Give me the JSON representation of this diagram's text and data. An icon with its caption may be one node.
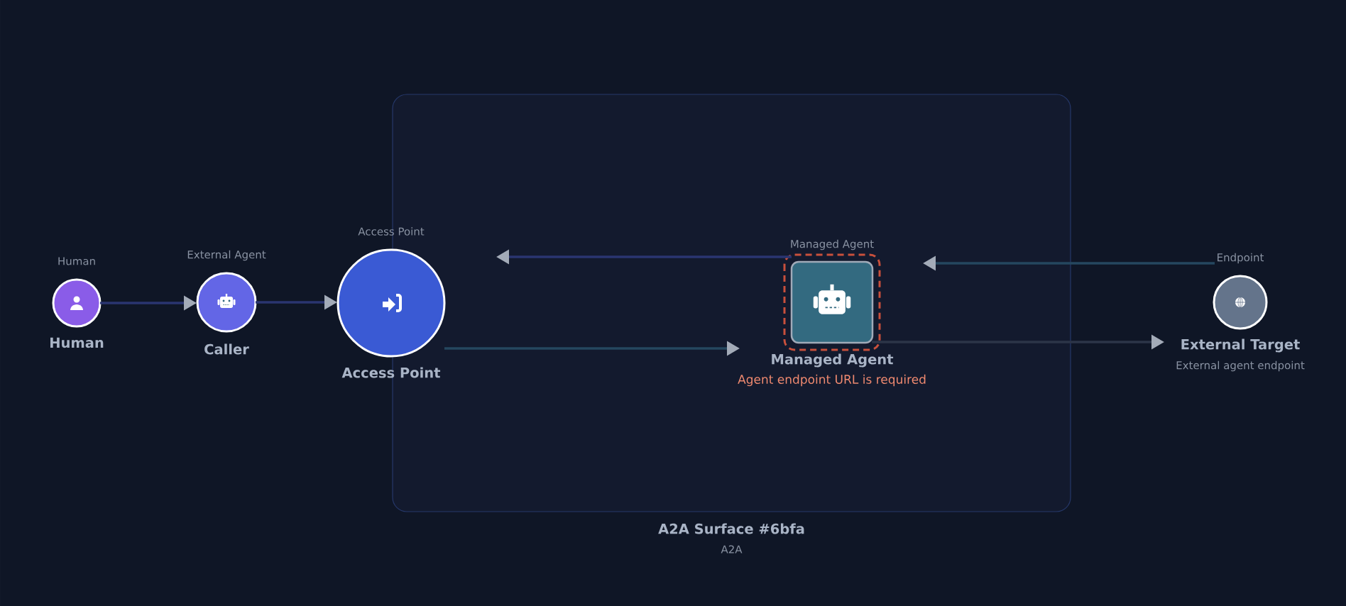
{
  "diagram": {
    "nodes": [
      {
        "text": [
          "A2A Surface #6bfa",
          "A2A"
        ]
      },
      {
        "text": [
          "Human",
          "Human"
        ]
      },
      {
        "text": [
          "External Agent",
          "Caller"
        ]
      },
      {
        "text": [
          "Access Point",
          "Access Point"
        ]
      },
      {
        "text": [
          "Managed Agent",
          "Managed Agent",
          "Agent endpoint URL is required"
        ],
        "in": 0
      },
      {
        "text": [
          "Endpoint",
          "External Target",
          "External agent endpoint"
        ]
      }
    ],
    "edges": [
      {
        "from": 1,
        "to": 2,
        "arrow": "to"
      },
      {
        "from": 2,
        "to": 3,
        "arrow": "to"
      },
      {
        "from": 3,
        "to": 4,
        "arrow": "to",
        "color": "#25475f"
      },
      {
        "from": 4,
        "to": 3,
        "arrow": "to"
      },
      {
        "from": 4,
        "to": 5,
        "arrow": "to",
        "color": "#2c3548"
      },
      {
        "from": 5,
        "to": 4,
        "arrow": "to",
        "color": "#25475f"
      }
    ]
  }
}
